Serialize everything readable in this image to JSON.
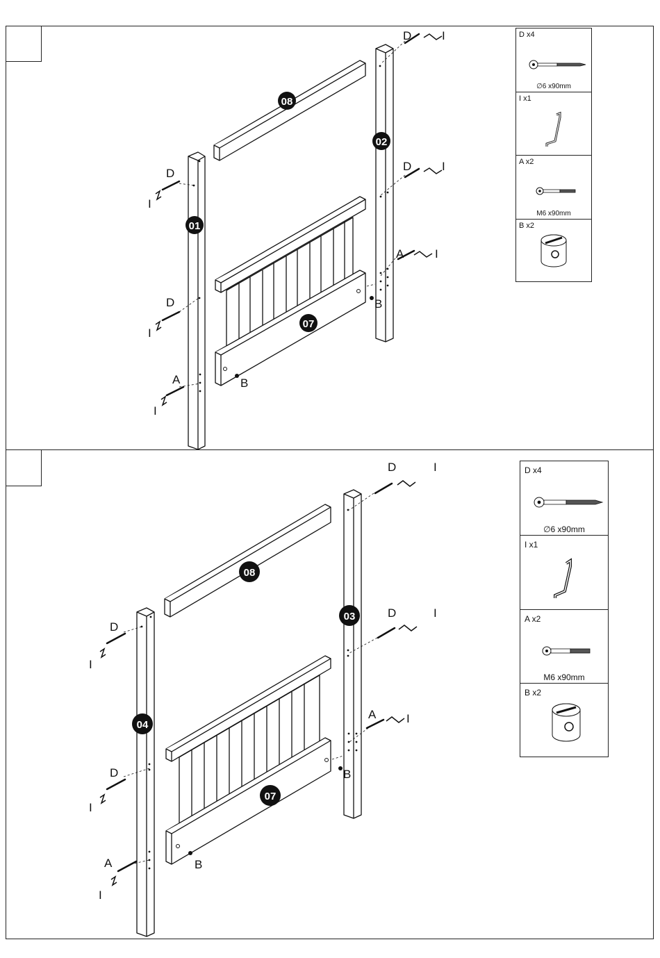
{
  "steps": [
    {
      "frame": "left",
      "panel_numbers": {
        "rail_top": "08",
        "post_right": "02",
        "post_left": "01",
        "panel": "07"
      },
      "hardware_labels": {
        "d_top_right": "D",
        "i_top_right": "I",
        "d_mid_right": "D",
        "i_mid_right": "I",
        "a_right": "A",
        "i_a_right": "I",
        "b_right": "B",
        "d_upper_left": "D",
        "i_upper_left": "I",
        "d_lower_left": "D",
        "i_lower_left": "I",
        "a_left": "A",
        "i_a_left": "I",
        "b_left": "B"
      },
      "parts": [
        {
          "label": "D  x4",
          "spec": "∅6 x90mm",
          "icon": "bolt-screw-icon"
        },
        {
          "label": "I  x1",
          "spec": "",
          "icon": "allen-key-icon"
        },
        {
          "label": "A  x2",
          "spec": "M6 x90mm",
          "icon": "bolt-icon"
        },
        {
          "label": "B  x2",
          "spec": "",
          "icon": "barrel-nut-icon"
        }
      ]
    },
    {
      "frame": "right",
      "panel_numbers": {
        "rail_top": "08",
        "post_right": "03",
        "post_left": "04",
        "panel": "07"
      },
      "hardware_labels": {
        "d_top_right": "D",
        "i_top_right": "I",
        "d_mid_right": "D",
        "i_mid_right": "I",
        "a_right": "A",
        "i_a_right": "I",
        "b_right": "B",
        "d_upper_left": "D",
        "i_upper_left": "I",
        "d_lower_left": "D",
        "i_lower_left": "I",
        "a_left": "A",
        "i_a_left": "I",
        "b_left": "B"
      },
      "parts": [
        {
          "label": "D  x4",
          "spec": "∅6 x90mm",
          "icon": "bolt-screw-icon"
        },
        {
          "label": "I  x1",
          "spec": "",
          "icon": "allen-key-icon"
        },
        {
          "label": "A  x2",
          "spec": "M6 x90mm",
          "icon": "bolt-icon"
        },
        {
          "label": "B  x2",
          "spec": "",
          "icon": "barrel-nut-icon"
        }
      ]
    }
  ]
}
